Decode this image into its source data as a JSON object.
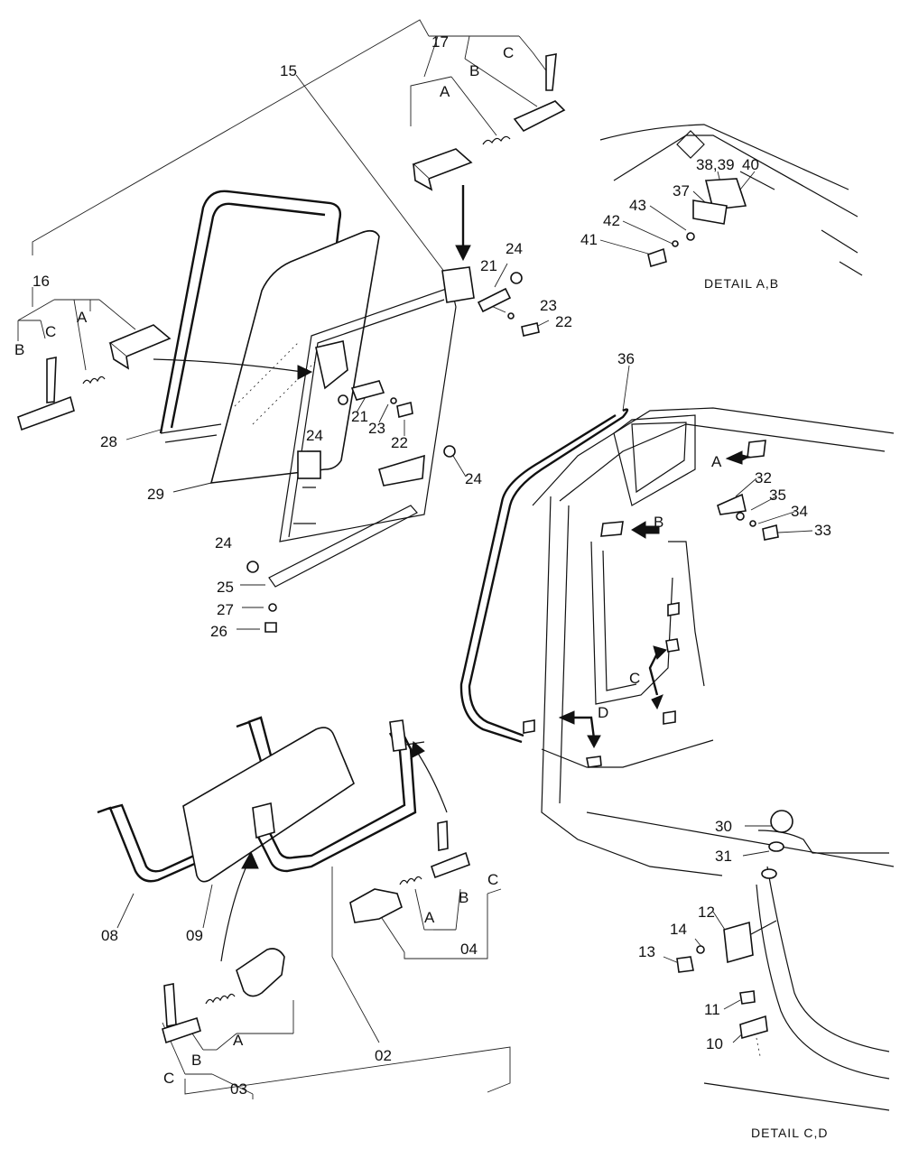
{
  "diagram": {
    "captions": {
      "detail_ab": "DETAIL A,B",
      "detail_cd": "DETAIL C,D"
    },
    "labels": {
      "p17": "17",
      "p17a": "A",
      "p17b": "B",
      "p17c": "C",
      "p15": "15",
      "p16": "16",
      "p16a": "A",
      "p16b": "B",
      "p16c": "C",
      "p24a": "24",
      "p21a": "21",
      "p23a": "23",
      "p22a": "22",
      "p21b": "21",
      "p23b": "23",
      "p24b": "24",
      "p22b": "22",
      "p24c": "24",
      "p24d": "24",
      "p28": "28",
      "p29": "29",
      "p25": "25",
      "p27": "27",
      "p26": "26",
      "p3839": "38,39",
      "p40": "40",
      "p37": "37",
      "p43": "43",
      "p42": "42",
      "p41": "41",
      "p36": "36",
      "p32": "32",
      "p35": "35",
      "p34": "34",
      "p33": "33",
      "arrowA": "A",
      "arrowB": "B",
      "arrowC": "C",
      "arrowD": "D",
      "p30": "30",
      "p31": "31",
      "p12": "12",
      "p14": "14",
      "p13": "13",
      "p11": "11",
      "p10": "10",
      "p08": "08",
      "p09": "09",
      "p04": "04",
      "p04a": "A",
      "p04b": "B",
      "p04c": "C",
      "p03": "03",
      "p03a": "A",
      "p03b": "B",
      "p03c": "C",
      "p02": "02"
    }
  }
}
